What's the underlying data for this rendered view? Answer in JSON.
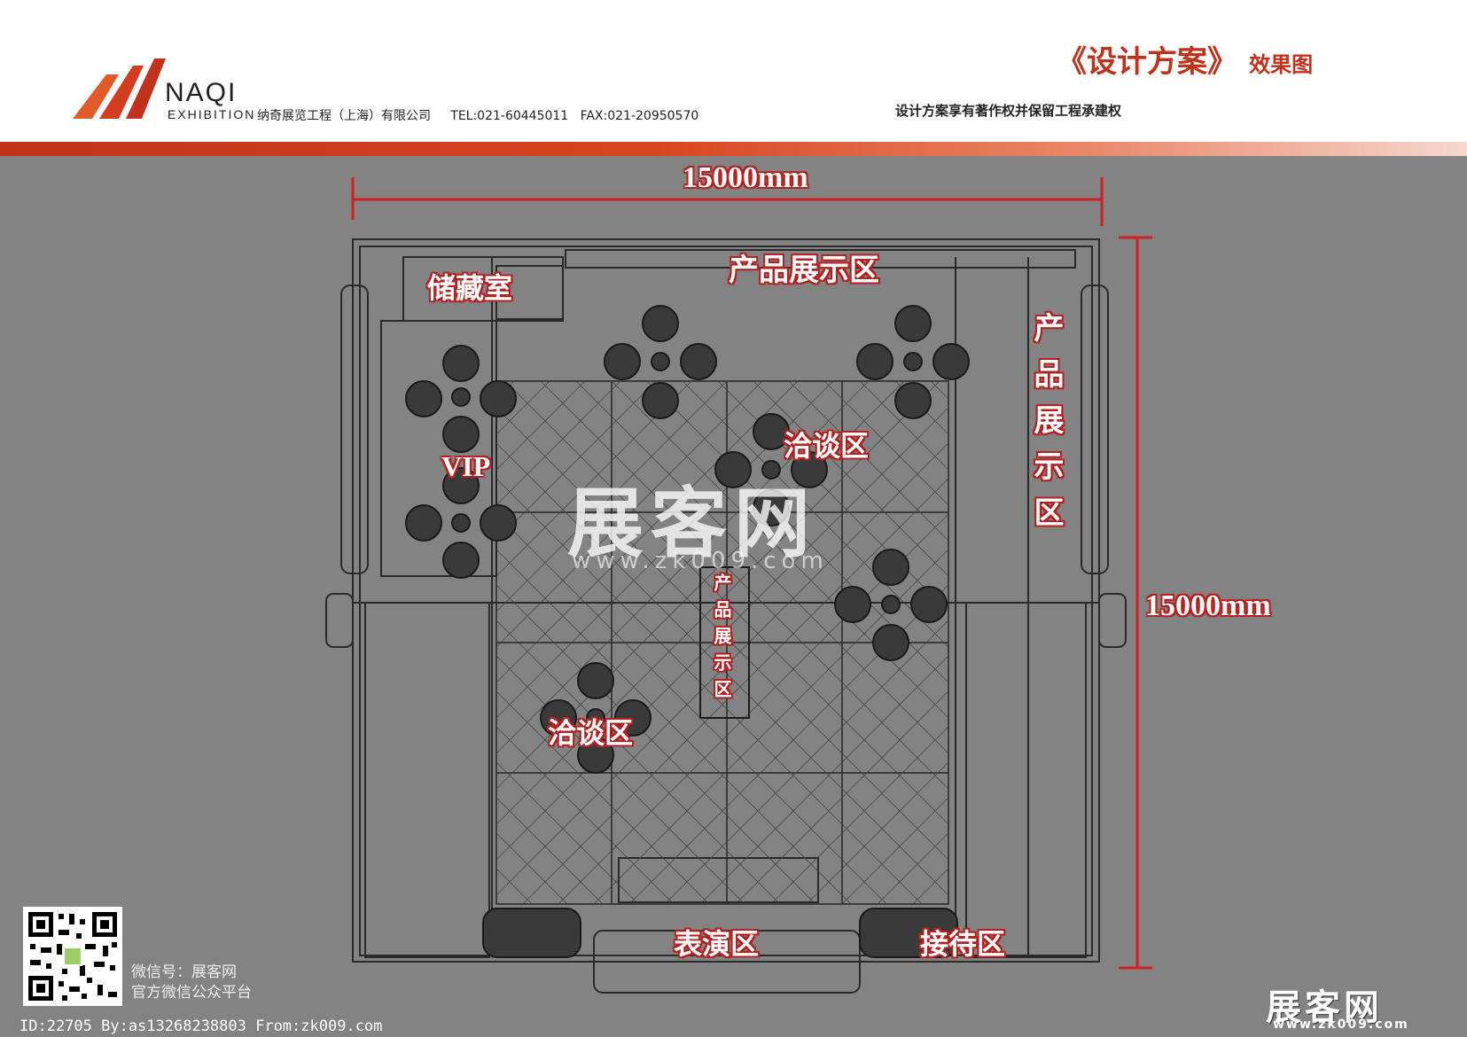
{
  "header": {
    "brand_name": "NAQI",
    "brand_sub": "EXHIBITION",
    "company_name": "纳奇展览工程（上海）有限公司",
    "tel": "TEL:021-60445011",
    "fax": "FAX:021-20950570",
    "title": "《设计方案》",
    "title_sub": "效果图",
    "copyright_note": "设计方案享有著作权并保留工程承建权"
  },
  "dimensions": {
    "width_label": "15000mm",
    "height_label": "15000mm"
  },
  "zones": {
    "storage": "储藏室",
    "product_top": "产品展示区",
    "product_right": "产品展示区",
    "product_center": "产品展示区",
    "negotiation_upper": "洽谈区",
    "negotiation_lower": "洽谈区",
    "vip": "VIP",
    "performance": "表演区",
    "reception": "接待区"
  },
  "watermark": {
    "main": "展客网",
    "url": "www.zk009.com"
  },
  "footer": {
    "wechat_line1": "微信号：展客网",
    "wechat_line2": "官方微信公众平台",
    "id_line": "ID:22705 By:as13268238803 From:zk009.com",
    "corner_logo": "展客网",
    "corner_url": "www.zk009.com"
  },
  "colors": {
    "background": "#838383",
    "accent_red": "#c0321b",
    "label_outline": "#b22222",
    "line": "#2a2a2a"
  }
}
